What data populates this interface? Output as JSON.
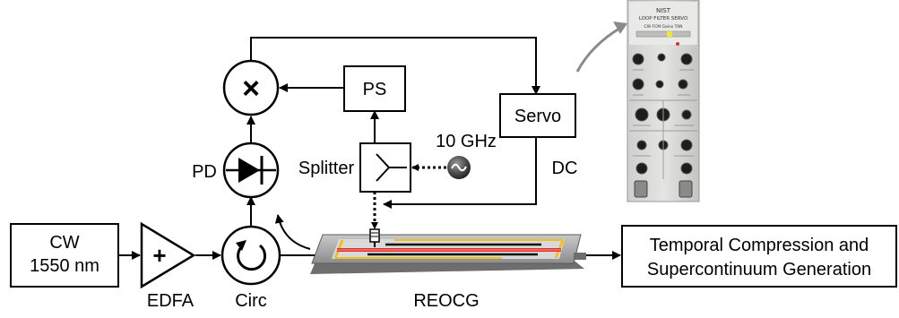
{
  "blocks": {
    "cw_line1": "CW",
    "cw_line2": "1550 nm",
    "edfa": "EDFA",
    "circ": "Circ",
    "pd": "PD",
    "ps": "PS",
    "splitter": "Splitter",
    "rf_source": "10 GHz",
    "servo": "Servo",
    "dc": "DC",
    "reocg": "REOCG",
    "output_line1": "Temporal Compression and",
    "output_line2": "Supercontinuum Generation"
  },
  "servo_panel": {
    "brand": "NIST",
    "title": "LOOP FILTER SERVO",
    "header_labels": "CW  FCM  Gains  TAN"
  },
  "symbols": {
    "mixer": "×",
    "amplifier": "+",
    "rf_source": "~"
  },
  "colors": {
    "line": "#000000",
    "waveguide_red": "#e0302a",
    "electrode_yellow": "#f0c020",
    "chip_gray": "#8a8a8a",
    "panel_gray": "#d8d8d6"
  }
}
